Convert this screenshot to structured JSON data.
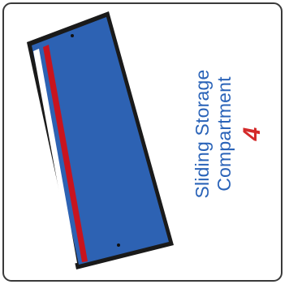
{
  "label": {
    "line1": "Sliding Storage",
    "line2": "Compartment",
    "number": "4"
  },
  "colors": {
    "panel_fill": "#2d62b3",
    "panel_outline": "#1a1a1a",
    "stripe_red": "#c8141e",
    "stripe_white": "#ffffff",
    "caption_text": "#2a63b8",
    "number_text": "#d42a2a"
  }
}
